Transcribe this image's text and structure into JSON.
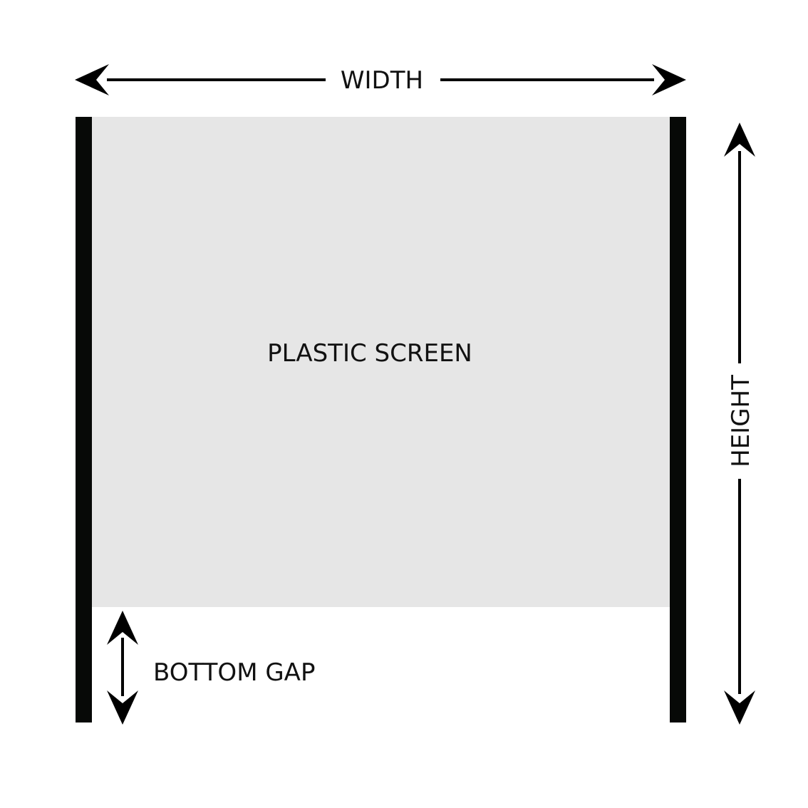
{
  "labels": {
    "width": "WIDTH",
    "height": "HEIGHT",
    "screen": "PLASTIC SCREEN",
    "bottom_gap": "BOTTOM GAP"
  },
  "colors": {
    "post": "#070907",
    "screen": "#e6e6e6",
    "ink": "#000000"
  }
}
